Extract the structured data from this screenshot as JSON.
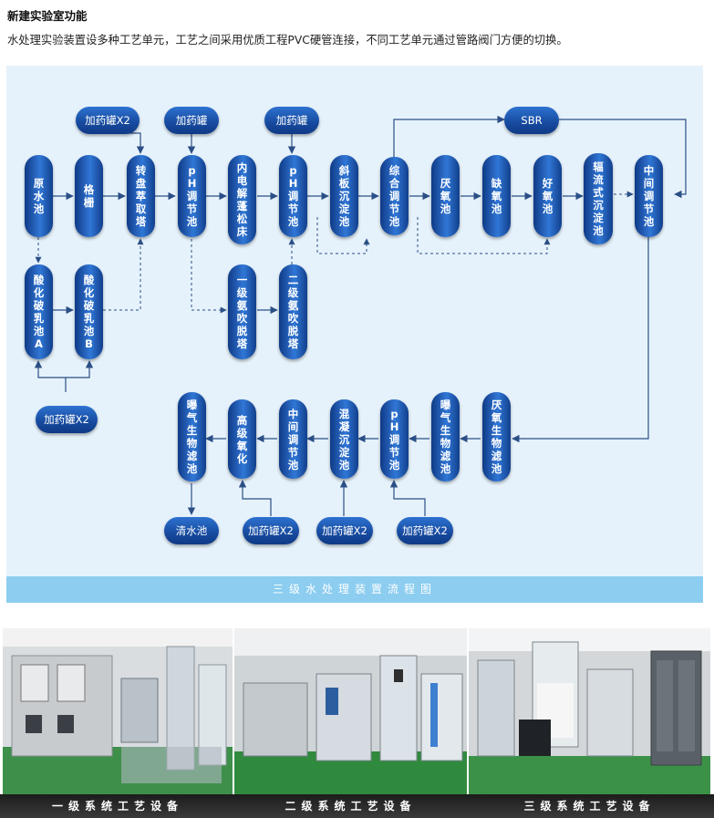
{
  "title": "新建实验室功能",
  "description": "水处理实验装置设多种工艺单元，工艺之间采用优质工程PVC硬管连接，不同工艺单元通过管路阀门方便的切换。",
  "diagram": {
    "caption": "三级水处理装置流程图",
    "nodes": {
      "n_yuanshui": "原水池",
      "n_gezha": "格栅",
      "n_zhuanpan": "转盘萃取塔",
      "n_ph1": "pH调节池",
      "n_neidian": "内电解蓬松床",
      "n_ph2": "pH调节池",
      "n_xieban": "斜板沉淀池",
      "n_zonghe": "综合调节池",
      "n_yanyang1": "厌氧池",
      "n_queyang": "缺氧池",
      "n_haoyang": "好氧池",
      "n_fuliu": "辐流式沉淀池",
      "n_zhongjian1": "中间调节池",
      "n_suanA": "酸化破乳池A",
      "n_suanB": "酸化破乳池B",
      "n_anchui1": "一级氨吹脱塔",
      "n_anchui2": "二级氨吹脱塔",
      "n_yanyang2": "厌氧生物滤池",
      "n_puqi1": "曝气生物滤池",
      "n_ph3": "pH调节池",
      "n_hunning": "混凝沉淀池",
      "n_zhongjian2": "中间调节池",
      "n_gaoji": "高级氧化",
      "n_puqi2": "曝气生物滤池"
    },
    "pills": {
      "p_jiayao_x2_a": "加药罐X2",
      "p_jiayao_1": "加药罐",
      "p_jiayao_2": "加药罐",
      "p_sbr": "SBR",
      "p_jiayao_x2_b": "加药罐X2",
      "p_qingshui": "清水池",
      "p_jiayao_x2_c": "加药罐X2",
      "p_jiayao_x2_d": "加药罐X2",
      "p_jiayao_x2_e": "加药罐X2"
    }
  },
  "photos": [
    {
      "label": "一级系统工艺设备"
    },
    {
      "label": "二级系统工艺设备"
    },
    {
      "label": "三级系统工艺设备"
    }
  ],
  "colors": {
    "panel_bg": "#e6f2fb",
    "node_dark": "#0f3a86",
    "node_light": "#2f77d6",
    "caption_bar": "#8ccdf0",
    "arrow": "#2b4f86"
  }
}
